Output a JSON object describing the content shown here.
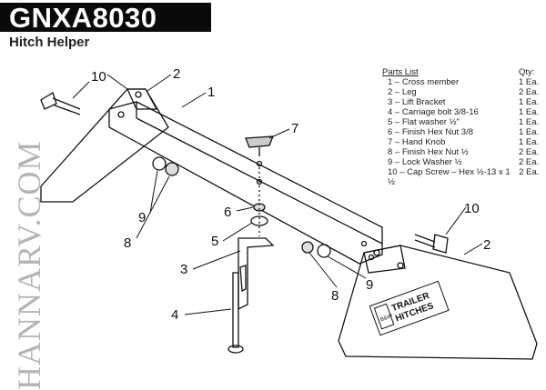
{
  "header": {
    "title": "GNXA8030",
    "subtitle": "Hitch Helper"
  },
  "parts_list": {
    "heading": "Parts List",
    "qty_heading": "Qty:",
    "items": [
      {
        "desc": "1 – Cross member",
        "qty": "1 Ea."
      },
      {
        "desc": "2 – Leg",
        "qty": "2 Ea."
      },
      {
        "desc": "3 – Lift Bracket",
        "qty": "1 Ea."
      },
      {
        "desc": "4 – Carriage bolt 3/8-16",
        "qty": "1 Ea."
      },
      {
        "desc": "5 – Flat washer ½\"",
        "qty": "1 Ea."
      },
      {
        "desc": "6 – Finish Hex Nut 3/8",
        "qty": "1 Ea."
      },
      {
        "desc": "7 – Hand Knob",
        "qty": "1 Ea."
      },
      {
        "desc": "8 – Finish Hex Nut ½",
        "qty": "2 Ea."
      },
      {
        "desc": "9 – Lock Washer ½",
        "qty": "2 Ea."
      },
      {
        "desc": "10 – Cap Screw – Hex ½-13 x 1 ½",
        "qty": "2 Ea."
      }
    ]
  },
  "callouts": [
    "10",
    "2",
    "1",
    "7",
    "6",
    "5",
    "3",
    "4",
    "9",
    "8",
    "8",
    "9",
    "10",
    "2"
  ],
  "logo": {
    "mark": "B&W",
    "text1": "TRAILER",
    "text2": "HITCHES"
  },
  "watermark": "HANNARV.COM"
}
